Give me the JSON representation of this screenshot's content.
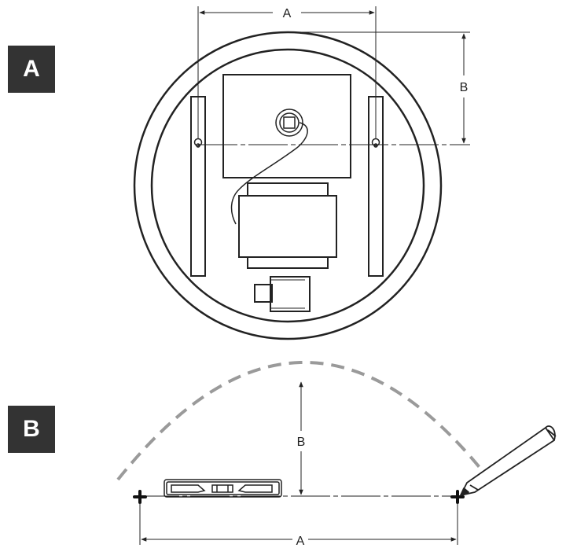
{
  "panel_a": {
    "badge": "A",
    "dimension_width_label": "A",
    "dimension_height_label": "B"
  },
  "panel_b": {
    "badge": "B",
    "dimension_height_label": "B",
    "dimension_width_label": "A"
  },
  "colors": {
    "line": "#222222",
    "dashed_arc": "#9a9a9a",
    "badge_background": "#333333",
    "badge_text": "#ffffff"
  }
}
